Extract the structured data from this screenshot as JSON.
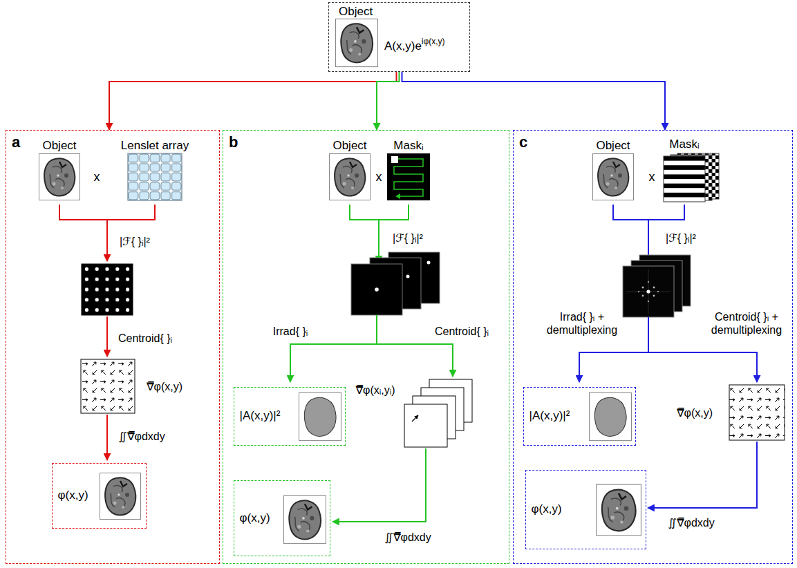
{
  "diagram": {
    "nodes": [
      {
        "text": [
          "Object",
          "A(x,y)e",
          "iφ(x,y)"
        ]
      },
      {
        "text": [
          "a"
        ]
      },
      {
        "text": [
          "b"
        ]
      },
      {
        "text": [
          "c"
        ]
      },
      {
        "text": [
          "φ(x,y)"
        ],
        "in": 1
      },
      {
        "text": [
          "|A(x,y)|²"
        ],
        "in": 2
      },
      {
        "text": [
          "φ(x,y)"
        ],
        "in": 2
      },
      {
        "text": [
          "|A(x,y)|²"
        ],
        "in": 3
      },
      {
        "text": [
          "φ(x,y)"
        ],
        "in": 3
      }
    ],
    "edges": [
      {
        "from": 0,
        "to": 1,
        "arrow": "to"
      },
      {
        "from": 0,
        "to": 2,
        "arrow": "to"
      },
      {
        "from": 0,
        "to": 3,
        "arrow": "to"
      }
    ],
    "labels": [
      "Object",
      "Lenslet array",
      "x",
      "|ℱ{ }ᵢ|²",
      "Centroid{ }ᵢ",
      "∇̿φ(x,y)",
      "∬∇̿φdxdy",
      "Object",
      "Maskᵢ",
      "x",
      "|ℱ{ }ᵢ|²",
      "Irrad{ }ᵢ",
      "Centroid{ }ᵢ",
      "∇̿φ(xᵢ,yᵢ)",
      "∬∇̿φdxdy",
      "Object",
      "Maskᵢ",
      "x",
      "|ℱ{ }ᵢ|²",
      "Irrad{ }ᵢ + demultiplexing",
      "Centroid{ }ᵢ + demultiplexing",
      "∇̿φ(x,y)",
      "∬∇̿φdxdy"
    ]
  }
}
